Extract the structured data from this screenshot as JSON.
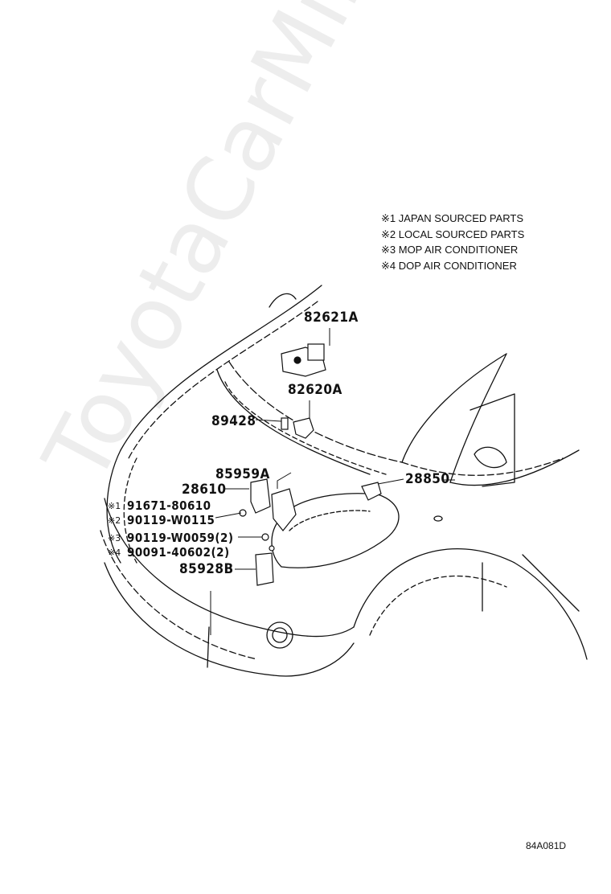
{
  "legend": [
    "※1 JAPAN SOURCED PARTS",
    "※2 LOCAL SOURCED PARTS",
    "※3 MOP AIR CONDITIONER",
    "※4 DOP AIR CONDITIONER"
  ],
  "parts": {
    "p82621A": "82621A",
    "p82620A": "82620A",
    "p89428": "89428",
    "p85959A": "85959A",
    "p28610": "28610",
    "p28850": "28850",
    "p91671": "91671-80610",
    "p90119a": "90119-W0115",
    "p90119b": "90119-W0059(2)",
    "p90091": "90091-40602(2)",
    "p85928B": "85928B"
  },
  "marks": {
    "m1": "※1",
    "m2": "※2",
    "m3": "※3",
    "m4": "※4"
  },
  "diagram_code": "84A081D",
  "watermark": "ToyotaCarMine.ru",
  "colors": {
    "ink": "#111111",
    "watermark": "#000000"
  }
}
